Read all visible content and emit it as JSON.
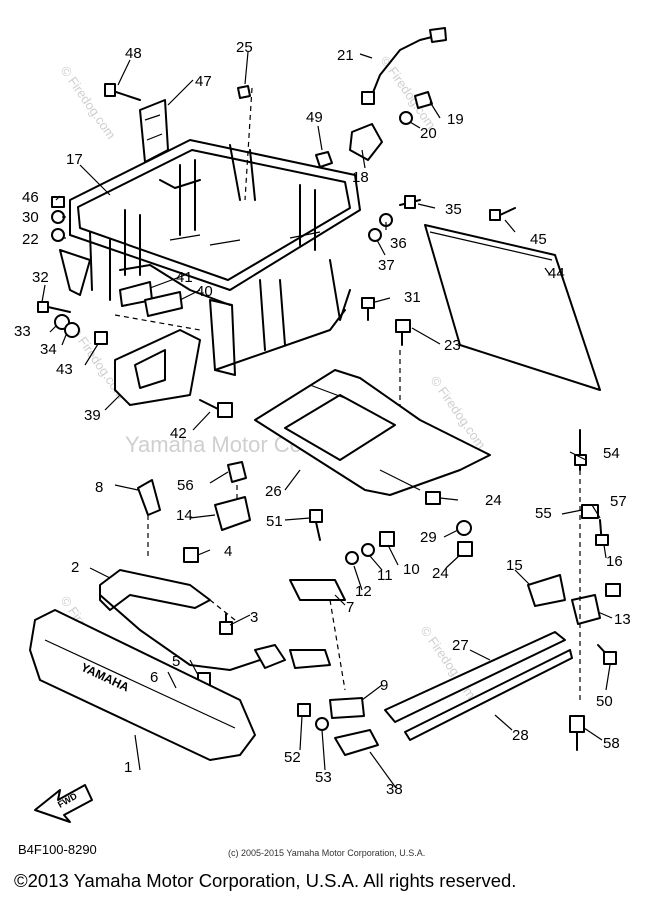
{
  "watermark": {
    "center": "Yamaha Motor Corp., U.S.A.",
    "site": "© Firedog.com"
  },
  "diagram_code": "B4F100-8290",
  "copyright_small": "(c) 2005-2015 Yamaha Motor Corporation, U.S.A.",
  "copyright_main": "©2013 Yamaha Motor Corporation, U.S.A. All rights reserved.",
  "bumper_text": "YAMAHA",
  "fwd_label": "FWD",
  "callouts": [
    "48",
    "47",
    "25",
    "21",
    "19",
    "20",
    "49",
    "18",
    "17",
    "46",
    "30",
    "22",
    "35",
    "45",
    "36",
    "37",
    "44",
    "41",
    "40",
    "32",
    "33",
    "34",
    "43",
    "31",
    "23",
    "39",
    "42",
    "54",
    "56",
    "8",
    "26",
    "24",
    "14",
    "51",
    "57",
    "55",
    "29",
    "24",
    "4",
    "2",
    "10",
    "11",
    "12",
    "16",
    "15",
    "7",
    "3",
    "13",
    "5",
    "6",
    "27",
    "50",
    "9",
    "28",
    "1",
    "52",
    "53",
    "58",
    "38"
  ]
}
